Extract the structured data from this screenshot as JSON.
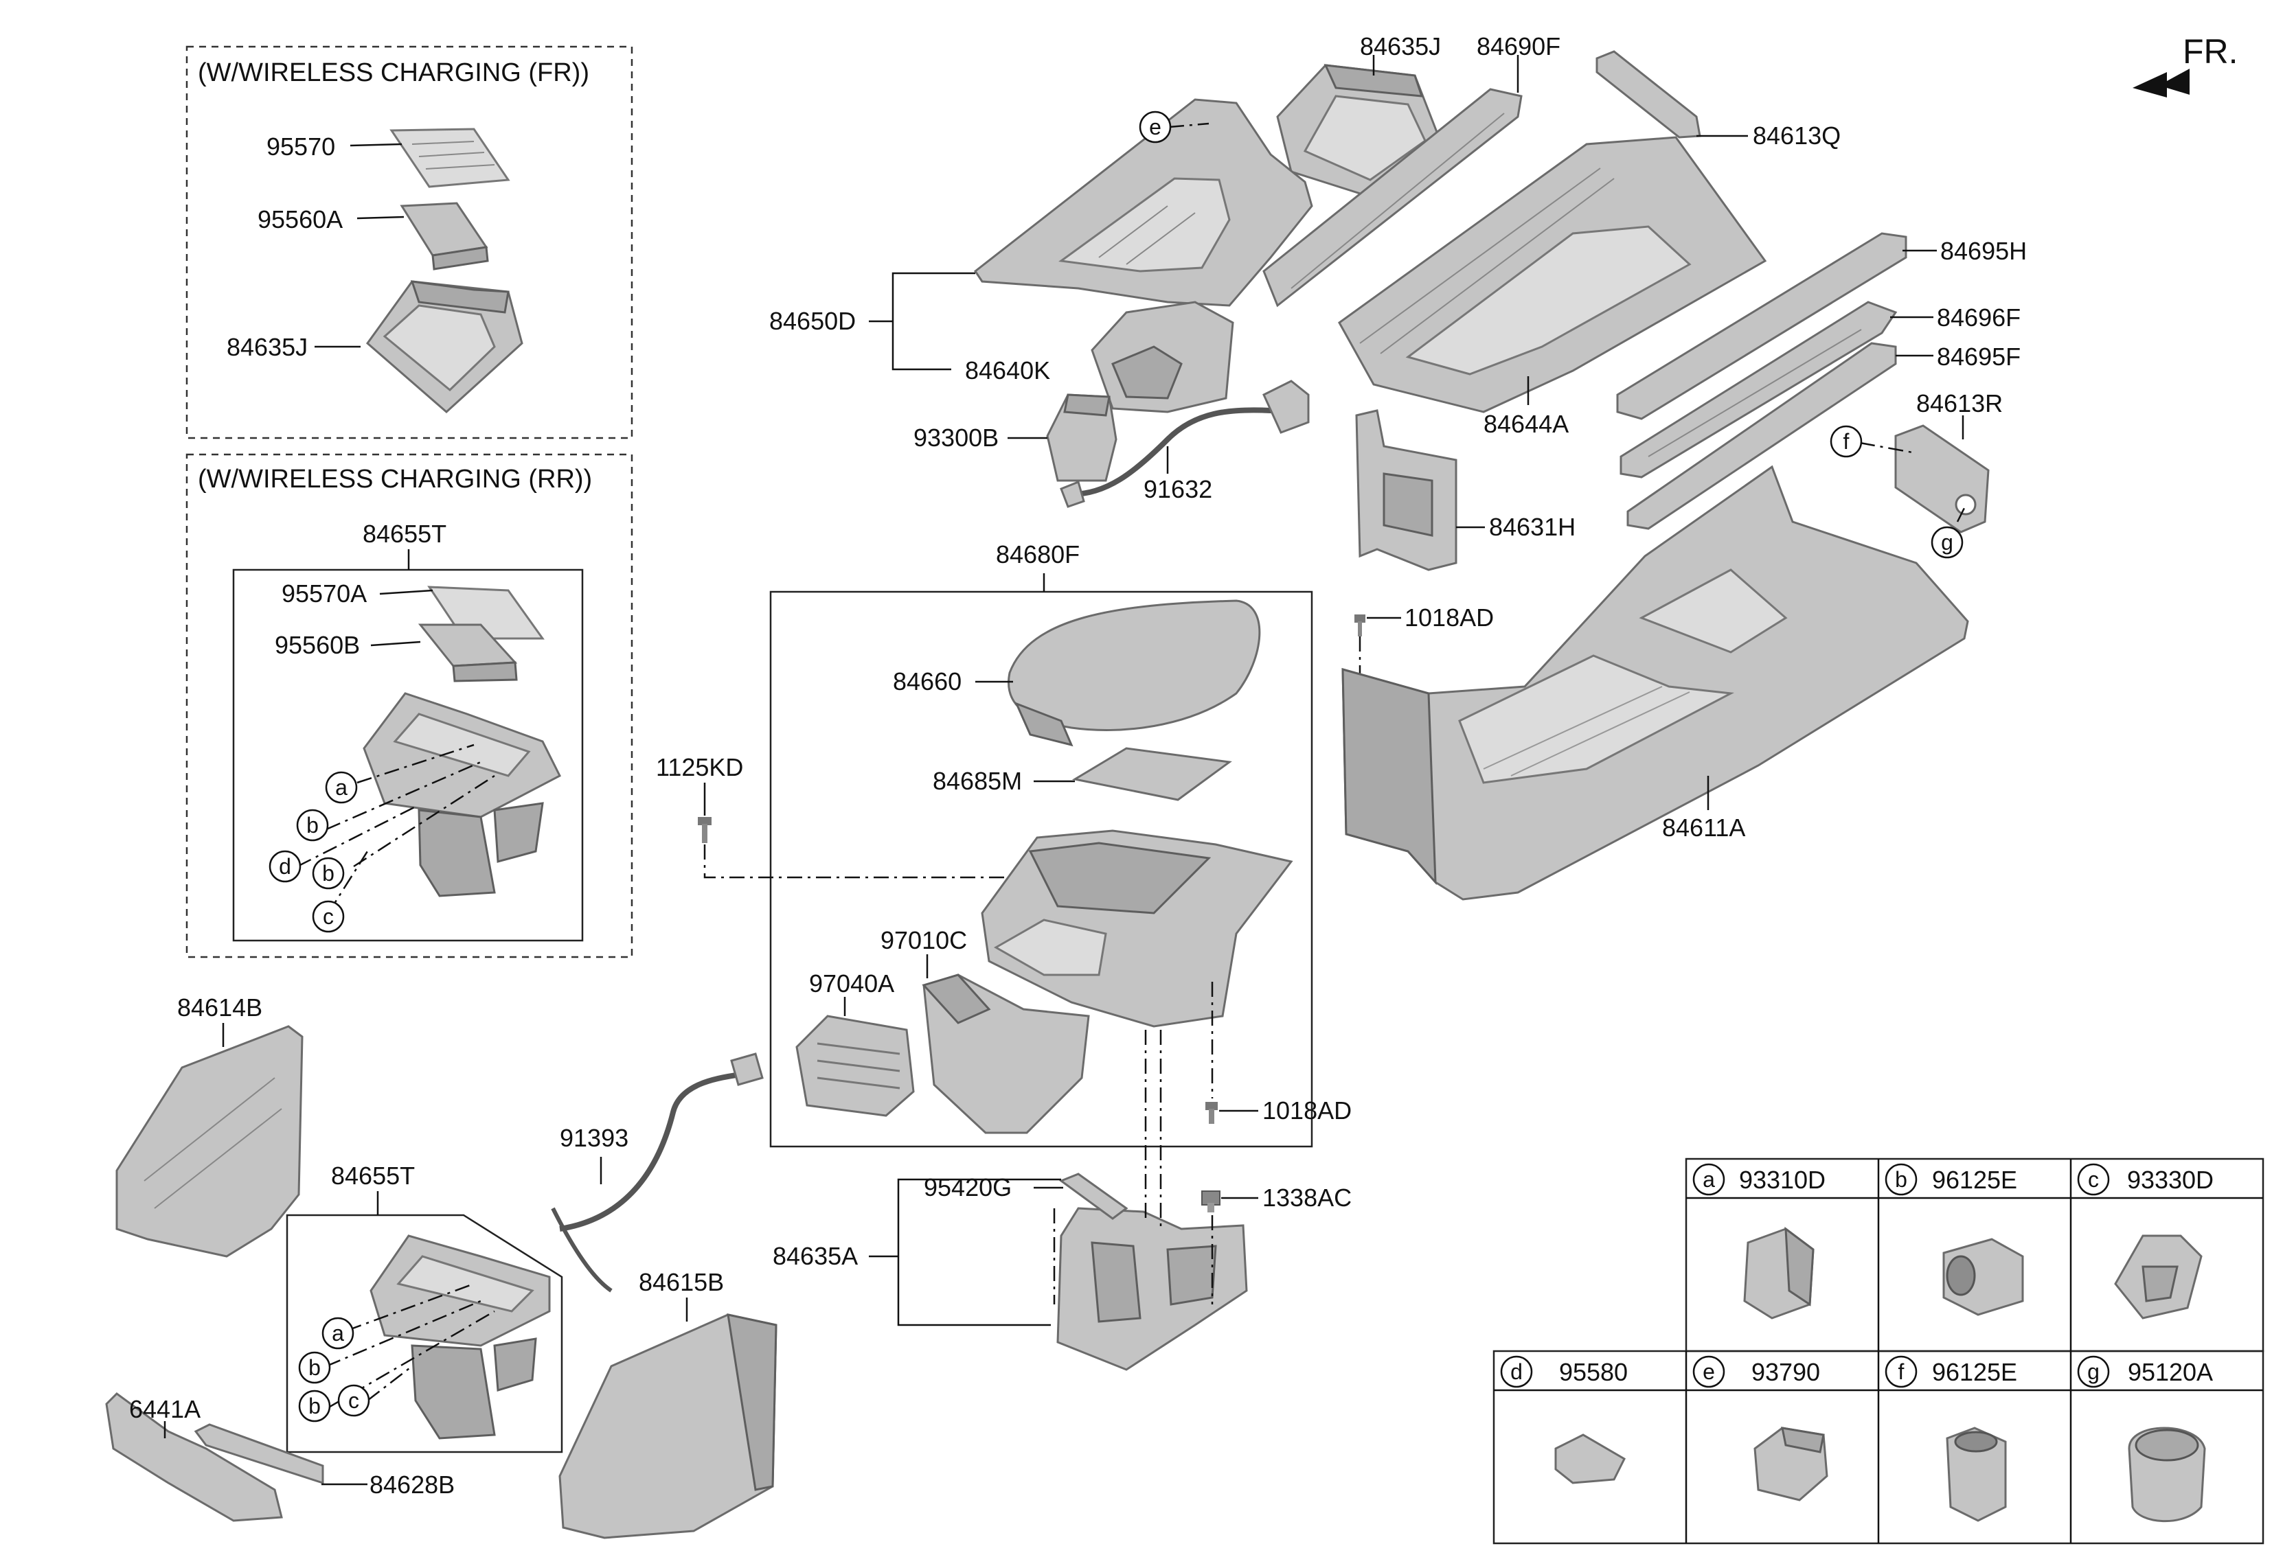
{
  "orientation": {
    "label": "FR."
  },
  "groups": {
    "wireless_fr": "(W/WIRELESS CHARGING (FR))",
    "wireless_rr": "(W/WIRELESS CHARGING (RR))"
  },
  "parts": {
    "p95570": "95570",
    "p95560A": "95560A",
    "p84635J_left": "84635J",
    "p84655T_top": "84655T",
    "p95570A": "95570A",
    "p95560B": "95560B",
    "p84635J": "84635J",
    "p84690F": "84690F",
    "p84613Q": "84613Q",
    "p84650D": "84650D",
    "p84640K": "84640K",
    "p93300B": "93300B",
    "p91632": "91632",
    "p84695H": "84695H",
    "p84696F": "84696F",
    "p84695F": "84695F",
    "p84644A": "84644A",
    "p84613R": "84613R",
    "p84631H": "84631H",
    "p1018AD_top": "1018AD",
    "p84680F": "84680F",
    "p84660": "84660",
    "p1125KD": "1125KD",
    "p84685M": "84685M",
    "p84611A": "84611A",
    "p97010C": "97010C",
    "p97040A": "97040A",
    "p1018AD_bottom": "1018AD",
    "p84614B": "84614B",
    "p91393": "91393",
    "p95420G": "95420G",
    "p1338AC": "1338AC",
    "p84655T_bottom": "84655T",
    "p84635A": "84635A",
    "p84615B": "84615B",
    "p6441A": "6441A",
    "p84628B": "84628B"
  },
  "callouts": {
    "a": "a",
    "b": "b",
    "c": "c",
    "d": "d",
    "e": "e",
    "f": "f",
    "g": "g"
  },
  "legend": {
    "row1": [
      {
        "letter": "a",
        "part": "93310D"
      },
      {
        "letter": "b",
        "part": "96125E"
      },
      {
        "letter": "c",
        "part": "93330D"
      }
    ],
    "row2": [
      {
        "letter": "d",
        "part": "95580"
      },
      {
        "letter": "e",
        "part": "93790"
      },
      {
        "letter": "f",
        "part": "96125E"
      },
      {
        "letter": "g",
        "part": "95120A"
      }
    ]
  }
}
